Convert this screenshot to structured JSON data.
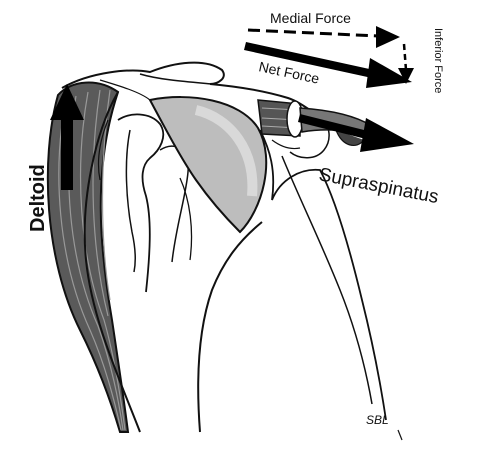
{
  "labels": {
    "medial_force": "Medial Force",
    "net_force": "Net Force",
    "inferior_force": "Inferior Force",
    "deltoid": "Deltoid",
    "supraspinatus": "Supraspinatus",
    "signature": "SBL"
  },
  "colors": {
    "background": "#ffffff",
    "ink": "#111111",
    "muscle_dark": "#555555",
    "humeral_head": "#bdbdbd",
    "arrow": "#000000"
  }
}
